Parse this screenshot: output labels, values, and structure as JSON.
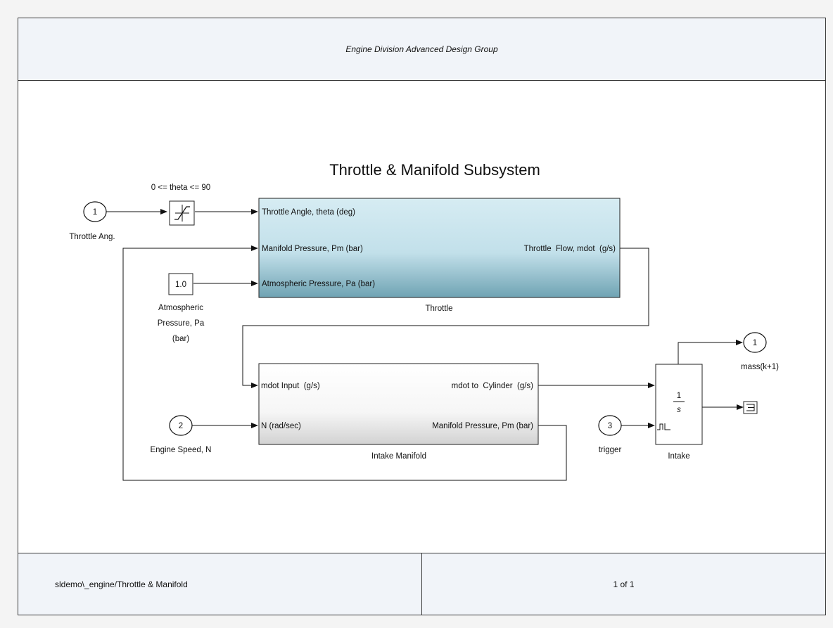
{
  "header": {
    "group_name": "Engine Division Advanced Design Group"
  },
  "diagram": {
    "title": "Throttle & Manifold Subsystem",
    "saturation": {
      "label": "0 <= theta <= 90"
    },
    "inports": [
      {
        "number": "1",
        "label": "Throttle Ang."
      },
      {
        "number": "2",
        "label": "Engine Speed, N"
      },
      {
        "number": "3",
        "label": "trigger"
      }
    ],
    "outports": [
      {
        "number": "1",
        "label": "mass(k+1)"
      }
    ],
    "constant": {
      "value": "1.0",
      "label_lines": [
        "Atmospheric",
        "Pressure, Pa",
        "(bar)"
      ]
    },
    "throttle_block": {
      "name": "Throttle",
      "inputs": [
        "Throttle Angle, theta (deg)",
        "Manifold Pressure, Pm (bar)",
        "Atmospheric Pressure, Pa (bar)"
      ],
      "output": "Throttle  Flow, mdot  (g/s)"
    },
    "manifold_block": {
      "name": "Intake Manifold",
      "inputs": [
        "mdot Input  (g/s)",
        "N (rad/sec)"
      ],
      "outputs": [
        "mdot to  Cylinder  (g/s)",
        "Manifold Pressure, Pm (bar)"
      ]
    },
    "integrator_block": {
      "name": "Intake",
      "numerator": "1",
      "denominator": "s"
    }
  },
  "footer": {
    "model_path": "sldemo\\_engine/Throttle & Manifold",
    "page_indicator": "1 of 1"
  }
}
